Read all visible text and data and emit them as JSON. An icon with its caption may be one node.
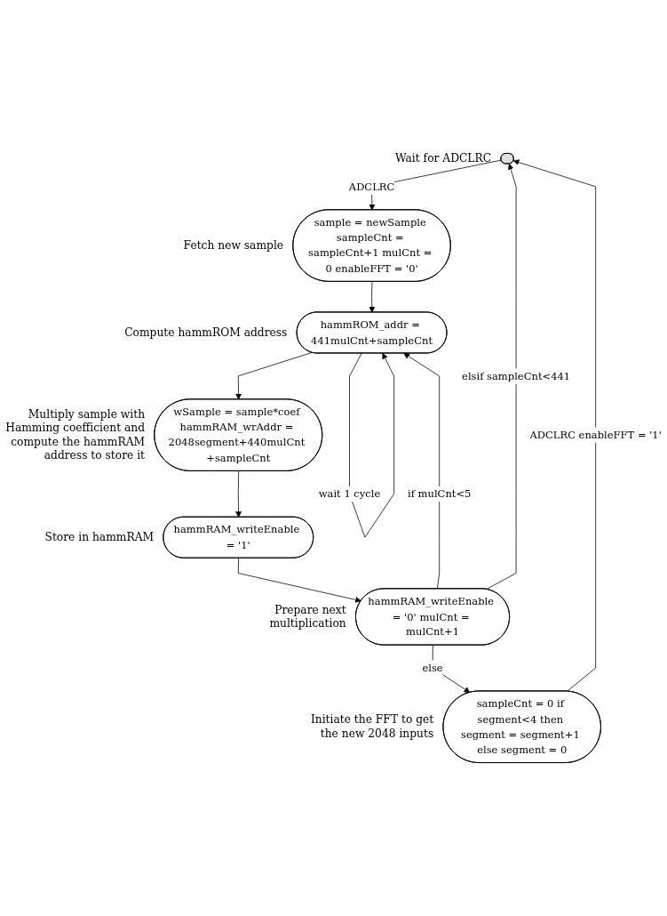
{
  "diagram": {
    "nodes": [
      {
        "text": [],
        "shape": "ellipse",
        "beside": [
          "Wait for ADCLRC"
        ]
      },
      {
        "text": [
          "sample = newSample sampleCnt = sampleCnt+1 mulCnt = 0 enableFFT = '0'"
        ],
        "beside": [
          "Fetch new sample"
        ]
      },
      {
        "text": [
          "hammROM_addr = 441mulCnt+sampleCnt"
        ],
        "beside": [
          "Compute hammROM address"
        ]
      },
      {
        "text": [
          "wSample = sample*coef hammRAM_wrAddr = 2048segment+440mulCnt +sampleCnt"
        ],
        "beside": [
          "Multiply sample with Hamming coefficient and compute the hammRAM address to store it"
        ]
      },
      {
        "text": [
          "hammRAM_writeEnable = '1'"
        ],
        "beside": [
          "Store in hammRAM"
        ]
      },
      {
        "text": [
          "hammRAM_writeEnable = '0' mulCnt = mulCnt+1"
        ],
        "beside": [
          "Prepare next multiplication"
        ]
      },
      {
        "text": [
          "sampleCnt = 0 if segment<4 then segment = segment+1 else segment = 0"
        ],
        "beside": [
          "Initiate the FFT to get the new 2048 inputs"
        ]
      }
    ],
    "edges": [
      {
        "from": 0,
        "to": 1,
        "arrow": "to",
        "label": "ADCLRC"
      },
      {
        "from": 1,
        "to": 2,
        "arrow": "to"
      },
      {
        "from": 2,
        "to": 2,
        "arrow": "to",
        "label": "wait 1 cycle"
      },
      {
        "from": 2,
        "to": 3,
        "arrow": "to"
      },
      {
        "from": 3,
        "to": 4,
        "arrow": "to"
      },
      {
        "from": 4,
        "to": 5,
        "arrow": "to"
      },
      {
        "from": 5,
        "to": 2,
        "arrow": "to",
        "label": "if mulCnt<5"
      },
      {
        "from": 5,
        "to": 0,
        "arrow": "to",
        "label": "elsif sampleCnt<441"
      },
      {
        "from": 5,
        "to": 6,
        "arrow": "to",
        "label": "else"
      },
      {
        "from": 6,
        "to": 0,
        "arrow": "to",
        "label": "ADCLRC enableFFT = '1'"
      }
    ]
  }
}
